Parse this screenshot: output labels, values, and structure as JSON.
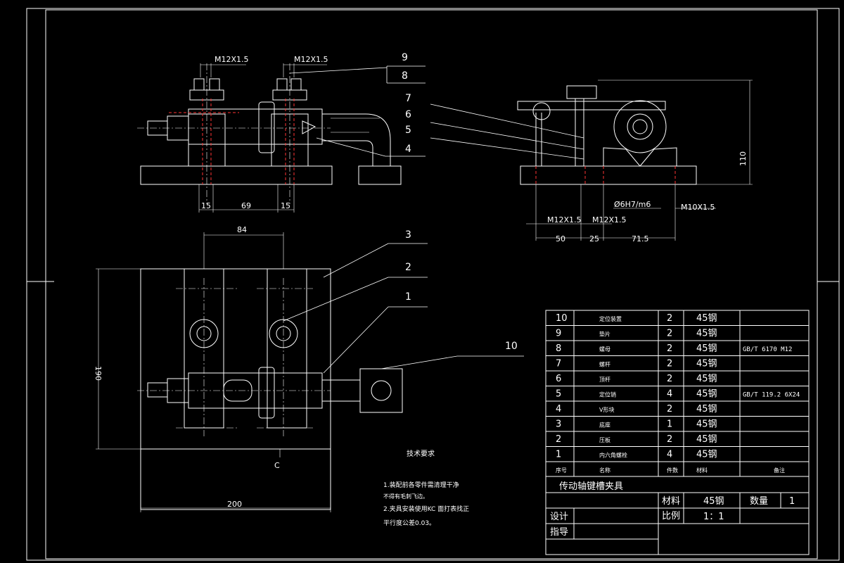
{
  "front_view": {
    "thread_left": "M12X1.5",
    "thread_right": "M12X1.5",
    "dim_15_left": "15",
    "dim_69": "69",
    "dim_15_right": "15"
  },
  "side_view": {
    "dim_110": "110",
    "fit": "Ø6H7/m6",
    "thread_m10": "M10X1.5",
    "thread_a": "M12X1.5",
    "thread_b": "M12X1.5",
    "dim_50": "50",
    "dim_25": "25",
    "dim_715": "71.5"
  },
  "top_view": {
    "dim_84": "84",
    "dim_190": "190",
    "dim_200": "200",
    "section_mark": "C"
  },
  "balloons": [
    "9",
    "8",
    "7",
    "6",
    "5",
    "4",
    "3",
    "2",
    "1",
    "10"
  ],
  "tech": {
    "title": "技术要求",
    "line1": "1.装配前各零件需清理干净",
    "line2": "不得有毛刺飞边。",
    "line3": "2.夹具安装使用KC 面打表找正",
    "line4": "平行度公差0.03。"
  },
  "bom": {
    "rows": [
      {
        "no": "10",
        "name": "定位装置",
        "qty": "2",
        "mat": "45钢",
        "note": ""
      },
      {
        "no": "9",
        "name": "垫片",
        "qty": "2",
        "mat": "45钢",
        "note": ""
      },
      {
        "no": "8",
        "name": "螺母",
        "qty": "2",
        "mat": "45钢",
        "note": "GB/T 6170 M12"
      },
      {
        "no": "7",
        "name": "螺杆",
        "qty": "2",
        "mat": "45钢",
        "note": ""
      },
      {
        "no": "6",
        "name": "顶杆",
        "qty": "2",
        "mat": "45钢",
        "note": ""
      },
      {
        "no": "5",
        "name": "定位销",
        "qty": "4",
        "mat": "45钢",
        "note": "GB/T 119.2 6X24"
      },
      {
        "no": "4",
        "name": "V形块",
        "qty": "2",
        "mat": "45钢",
        "note": ""
      },
      {
        "no": "3",
        "name": "底座",
        "qty": "1",
        "mat": "45钢",
        "note": ""
      },
      {
        "no": "2",
        "name": "压板",
        "qty": "2",
        "mat": "45钢",
        "note": ""
      },
      {
        "no": "1",
        "name": "内六角螺栓",
        "qty": "4",
        "mat": "45钢",
        "note": ""
      }
    ],
    "header": {
      "no": "序号",
      "name": "名称",
      "qty": "件数",
      "mat": "材料",
      "note": "备注"
    }
  },
  "title_block": {
    "drawing_title": "传动轴键槽夹具",
    "material_label": "材料",
    "material_value": "45钢",
    "quantity_label": "数量",
    "quantity_value": "1",
    "design_label": "设计",
    "scale_label": "比例",
    "scale_value": "1：1",
    "guide_label": "指导"
  },
  "colors": {
    "line": "#ffffff",
    "hidden": "#ff3333",
    "center": "#ffffff"
  }
}
